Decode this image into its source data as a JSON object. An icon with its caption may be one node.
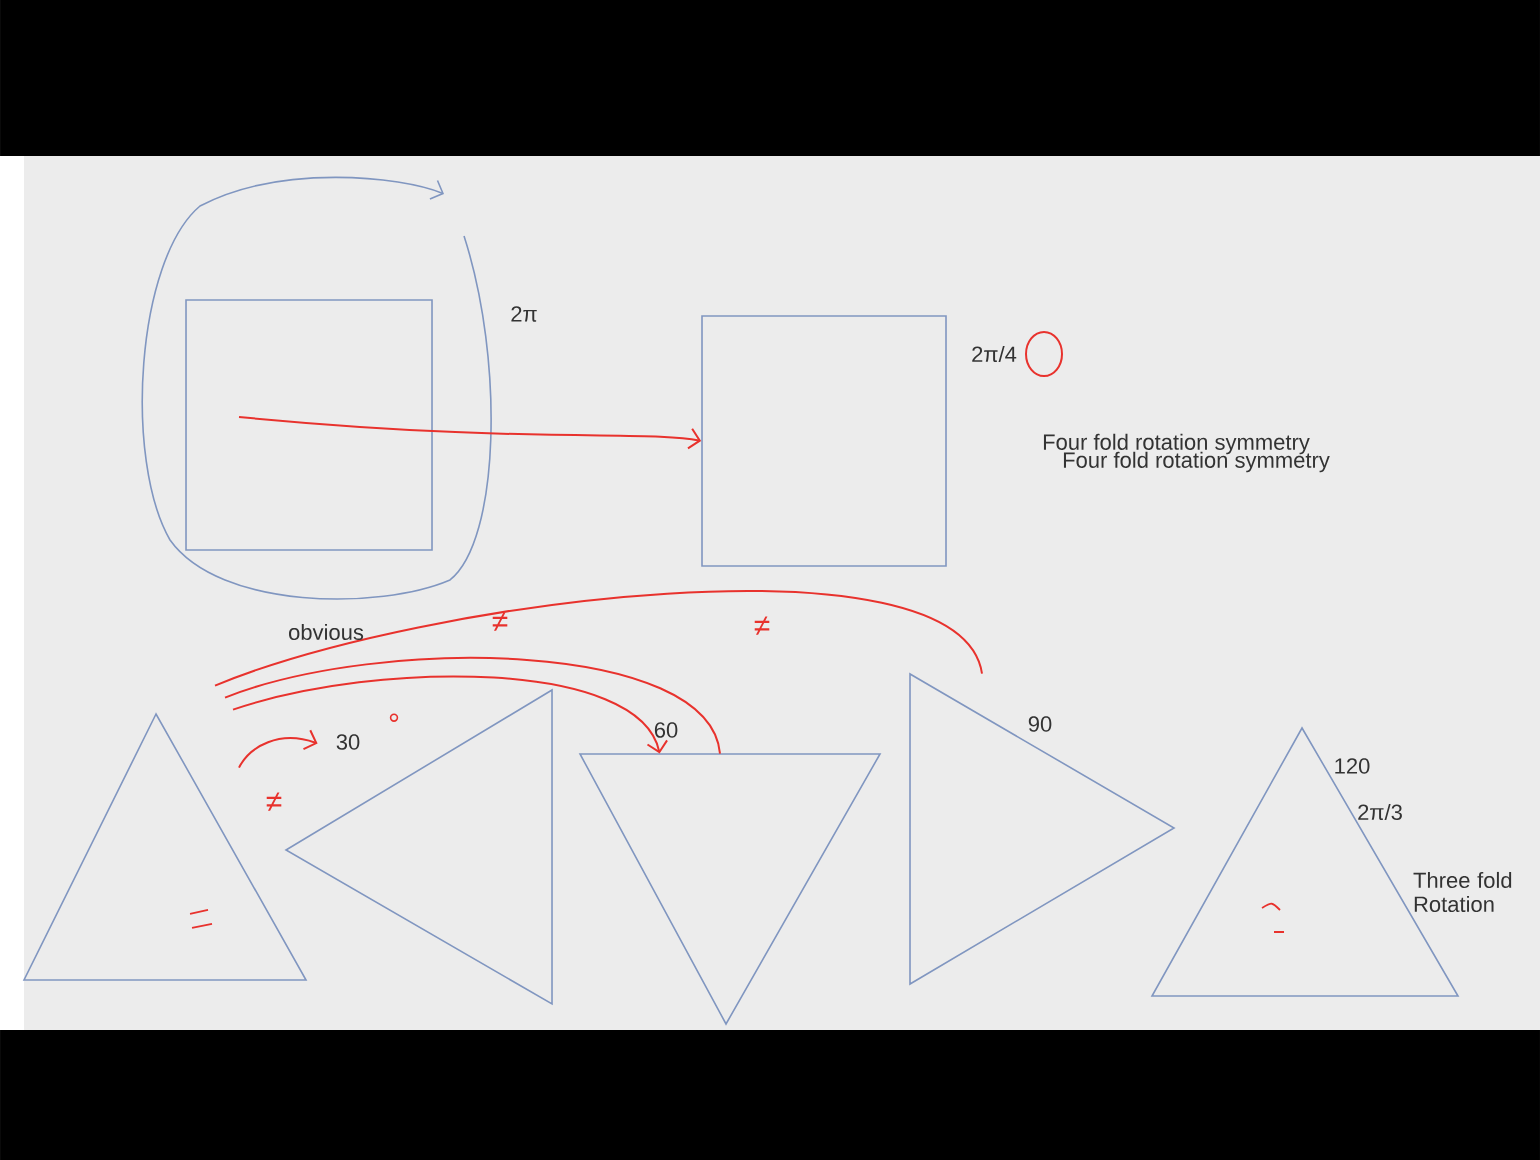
{
  "diagram": {
    "nodes": [
      {
        "text": [],
        "shape": "box"
      },
      {
        "text": [],
        "shape": "box"
      },
      {
        "text": [],
        "shape": "triangle"
      },
      {
        "text": [],
        "shape": "triangle",
        "beside": [
          "30"
        ]
      },
      {
        "text": [],
        "shape": "triangle",
        "beside": [
          "60"
        ]
      },
      {
        "text": [],
        "shape": "triangle",
        "beside": [
          "90"
        ]
      },
      {
        "text": [],
        "shape": "triangle",
        "beside": [
          "120"
        ]
      }
    ],
    "edges": [
      {
        "from": 0,
        "to": 1,
        "arrow": "to"
      },
      {
        "from": 2,
        "to": 3,
        "arrow": "to"
      },
      {
        "from": 2,
        "to": 4,
        "arrow": "to"
      },
      {
        "from": 2,
        "to": 4,
        "arrow": "none"
      },
      {
        "from": 2,
        "to": 5,
        "arrow": "none"
      }
    ],
    "labels": [
      "2π",
      "2π/4",
      "Four fold rotation symmetry",
      "Four fold rotation symmetry",
      "obvious",
      "≠",
      "≠",
      "°",
      "≠",
      "2π/3",
      "Three fold Rotation"
    ]
  }
}
